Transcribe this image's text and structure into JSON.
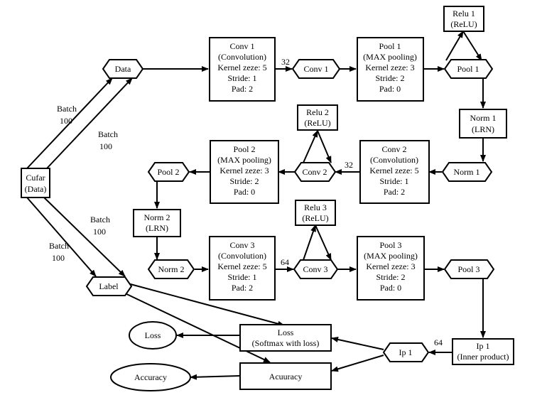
{
  "nodes": {
    "cufar": [
      "Cufar",
      "(Data)"
    ],
    "data": [
      "Data"
    ],
    "label": [
      "Label"
    ],
    "conv1_layer": [
      "Conv 1",
      "(Convolution)",
      "Kernel zeze: 5",
      "Stride: 1",
      "Pad: 2"
    ],
    "conv1": [
      "Conv 1"
    ],
    "pool1_layer": [
      "Pool 1",
      "(MAX pooling)",
      "Kernel zeze: 3",
      "Stride: 2",
      "Pad: 0"
    ],
    "relu1": [
      "Relu 1",
      "(ReLU)"
    ],
    "pool1": [
      "Pool 1"
    ],
    "norm1_layer": [
      "Norm 1",
      "(LRN)"
    ],
    "norm1": [
      "Norm 1"
    ],
    "conv2_layer": [
      "Conv 2",
      "(Convolution)",
      "Kernel zeze: 5",
      "Stride: 1",
      "Pad: 2"
    ],
    "conv2": [
      "Conv 2"
    ],
    "relu2": [
      "Relu 2",
      "(ReLU)"
    ],
    "pool2_layer": [
      "Pool 2",
      "(MAX pooling)",
      "Kernel zeze: 3",
      "Stride: 2",
      "Pad: 0"
    ],
    "pool2": [
      "Pool 2"
    ],
    "norm2_layer": [
      "Norm 2",
      "(LRN)"
    ],
    "norm2": [
      "Norm 2"
    ],
    "conv3_layer": [
      "Conv 3",
      "(Convolution)",
      "Kernel zeze: 5",
      "Stride: 1",
      "Pad: 2"
    ],
    "conv3": [
      "Conv 3"
    ],
    "relu3": [
      "Relu 3",
      "(ReLU)"
    ],
    "pool3_layer": [
      "Pool 3",
      "(MAX pooling)",
      "Kernel zeze: 3",
      "Stride: 2",
      "Pad: 0"
    ],
    "pool3": [
      "Pool 3"
    ],
    "ip1_layer": [
      "Ip 1",
      "(Inner product)"
    ],
    "ip1": [
      "Ip 1"
    ],
    "loss_layer": [
      "Loss",
      "(Softmax with loss)"
    ],
    "loss": [
      "Loss"
    ],
    "accuracy_layer": [
      "Acuuracy"
    ],
    "accuracy": [
      "Accuracy"
    ]
  },
  "edge_labels": {
    "batch_data_1": [
      "Batch",
      "100"
    ],
    "batch_data_2": [
      "Batch",
      "100"
    ],
    "batch_label_1": [
      "Batch",
      "100"
    ],
    "batch_label_2": [
      "Batch",
      "100"
    ],
    "conv1_out": "32",
    "conv2_out": "32",
    "conv3_out": "64",
    "ip1_out": "64"
  }
}
